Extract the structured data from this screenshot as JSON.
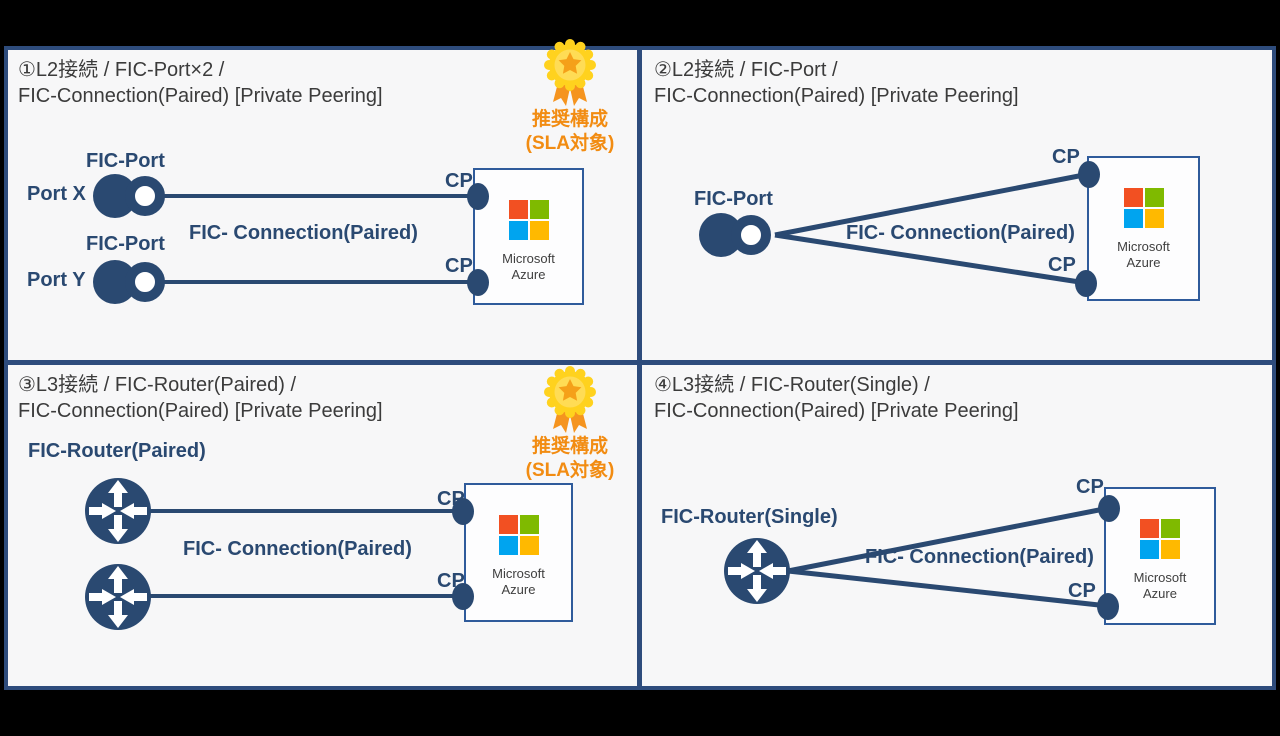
{
  "slide": {
    "background": "#000000",
    "panel_background": "#F7F7F8",
    "border_color": "#2E4C7C"
  },
  "colors": {
    "navy": "#2A4971",
    "orange_text": "#F28C12",
    "ribbon_orange": "#F5941F",
    "medal_gold": "#FFD21E",
    "star_orange": "#F5A019",
    "azure_box_border": "#2F5B9B",
    "ms_red": "#F25022",
    "ms_green": "#7FBA00",
    "ms_blue": "#00A4EF",
    "ms_yellow": "#FFB900",
    "title_text": "#3B3B3B"
  },
  "shared": {
    "cp_label": "CP",
    "connection_label": "FIC- Connection(Paired)",
    "azure_line1": "Microsoft",
    "azure_line2": "Azure",
    "badge_line1": "推奨構成",
    "badge_line2": "(SLA対象)"
  },
  "panels": [
    {
      "title_line1": "①L2接続 / FIC-Port×2 /",
      "title_line2": "FIC-Connection(Paired) [Private Peering]",
      "recommended": true,
      "port_label": "FIC-Port",
      "port_x_label": "Port X",
      "port_y_label": "Port Y"
    },
    {
      "title_line1": "②L2接続 / FIC-Port /",
      "title_line2": "FIC-Connection(Paired) [Private Peering]",
      "recommended": false,
      "port_label": "FIC-Port"
    },
    {
      "title_line1": "③L3接続 / FIC-Router(Paired) /",
      "title_line2": "FIC-Connection(Paired) [Private Peering]",
      "recommended": true,
      "router_label": "FIC-Router(Paired)"
    },
    {
      "title_line1": "④L3接続 / FIC-Router(Single) /",
      "title_line2": "FIC-Connection(Paired) [Private Peering]",
      "recommended": false,
      "router_label": "FIC-Router(Single)"
    }
  ]
}
